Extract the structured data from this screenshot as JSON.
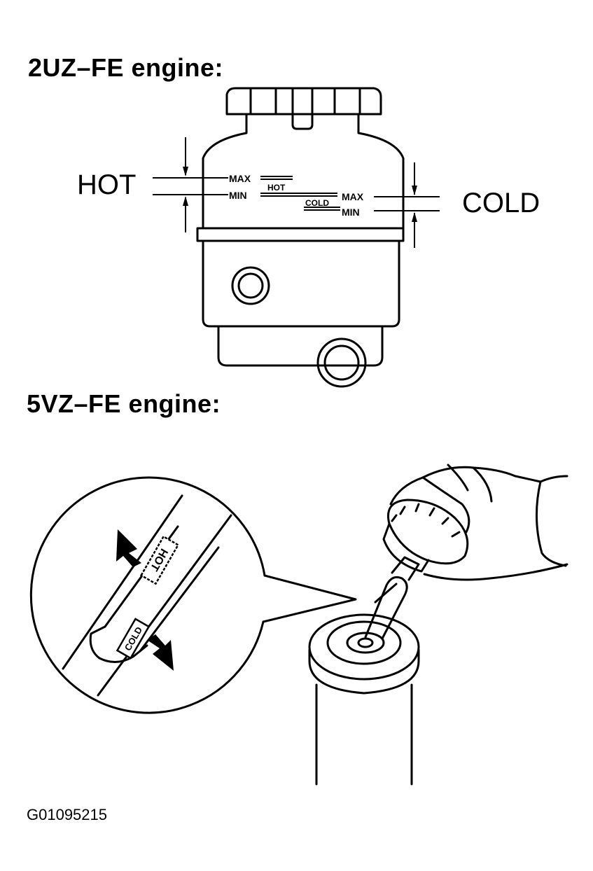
{
  "headings": {
    "engine_a": "2UZ–FE engine:",
    "engine_b": "5VZ–FE engine:"
  },
  "reservoir_a": {
    "hot_label": "HOT",
    "cold_label": "COLD",
    "hot_max": "MAX",
    "hot_min": "MIN",
    "cold_max": "MAX",
    "cold_min": "MIN",
    "hot_mark": "HOT",
    "cold_mark": "COLD"
  },
  "dipstick": {
    "hot_mark": "HOT",
    "cold_mark": "COLD"
  },
  "figure_ref": "G01095215"
}
